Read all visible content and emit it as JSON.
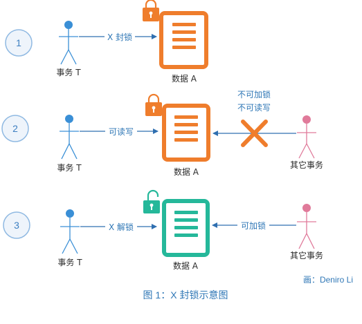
{
  "colors": {
    "actor_t": "#3a8fd6",
    "actor_other": "#e07a9a",
    "locked_doc": "#ef7d2c",
    "unlocked_doc": "#25b89a",
    "arrow": "#2f6fb0",
    "cross": "#ef7d2c",
    "label_blue": "#2f77b6",
    "circle_border": "#8fb9e2"
  },
  "icons": {
    "person": "stick-figure-icon",
    "document": "document-icon",
    "lock_closed": "lock-closed-icon",
    "lock_open": "lock-open-icon",
    "cross": "cross-icon"
  },
  "rows": [
    {
      "number": "1",
      "actor_left": "事务 T",
      "arrow_label": "X 封锁",
      "doc_label": "数据 A"
    },
    {
      "number": "2",
      "actor_left": "事务 T",
      "arrow_label": "可读写",
      "doc_label": "数据 A",
      "actor_right": "其它事务",
      "right_note_line1": "不可加锁",
      "right_note_line2": "不可读写"
    },
    {
      "number": "3",
      "actor_left": "事务 T",
      "arrow_label": "X 解锁",
      "doc_label": "数据 A",
      "actor_right": "其它事务",
      "right_arrow_label": "可加锁"
    }
  ],
  "credit": "画：Deniro Li",
  "caption": "图 1：X 封锁示意图"
}
